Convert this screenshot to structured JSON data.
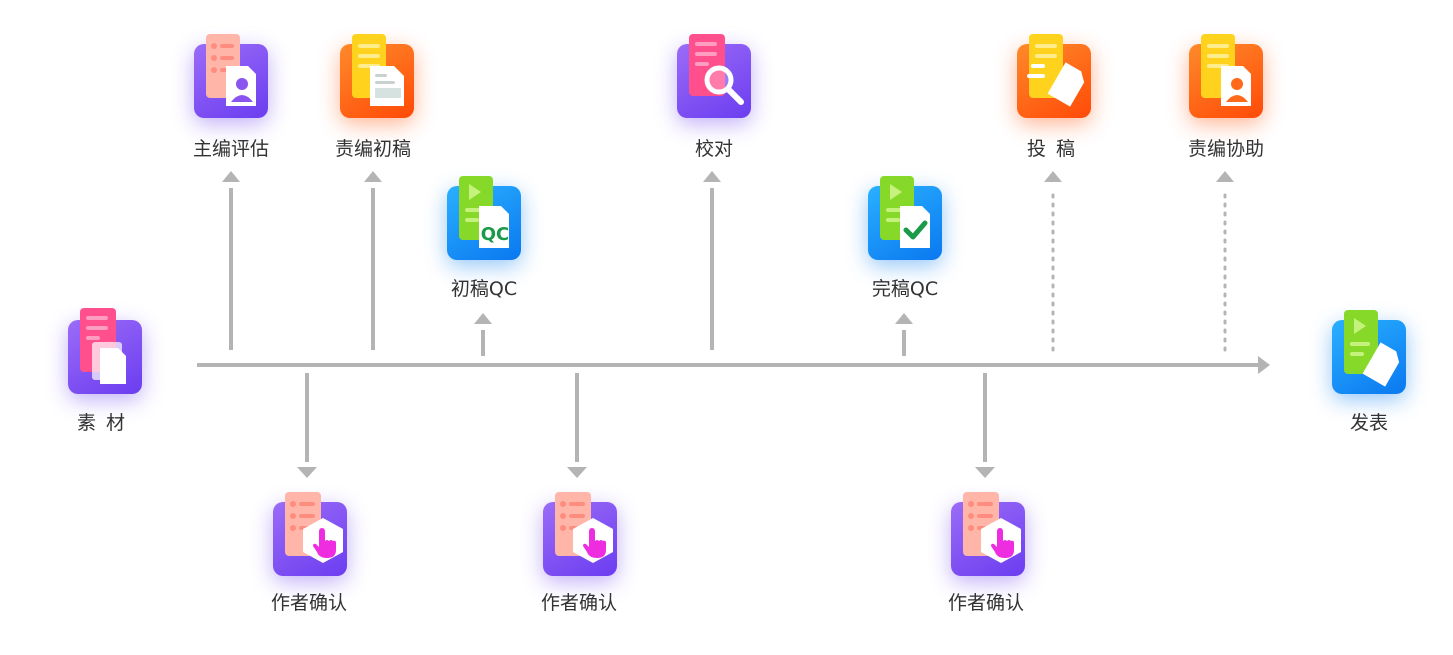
{
  "nodes": {
    "source": "素材",
    "editor_assess": "主编评估",
    "editor_draft": "责编初稿",
    "draft_qc": "初稿QC",
    "proofread": "校对",
    "final_qc": "完稿QC",
    "submit": "投稿",
    "editor_assist": "责编协助",
    "publish": "发表",
    "author_confirm_1": "作者确认",
    "author_confirm_2": "作者确认",
    "author_confirm_3": "作者确认"
  },
  "colors": {
    "purple": "#7a4cf3",
    "orange": "#ff5a10",
    "blue": "#1a8ef5",
    "line": "#b4b4b4",
    "text": "#333333"
  }
}
